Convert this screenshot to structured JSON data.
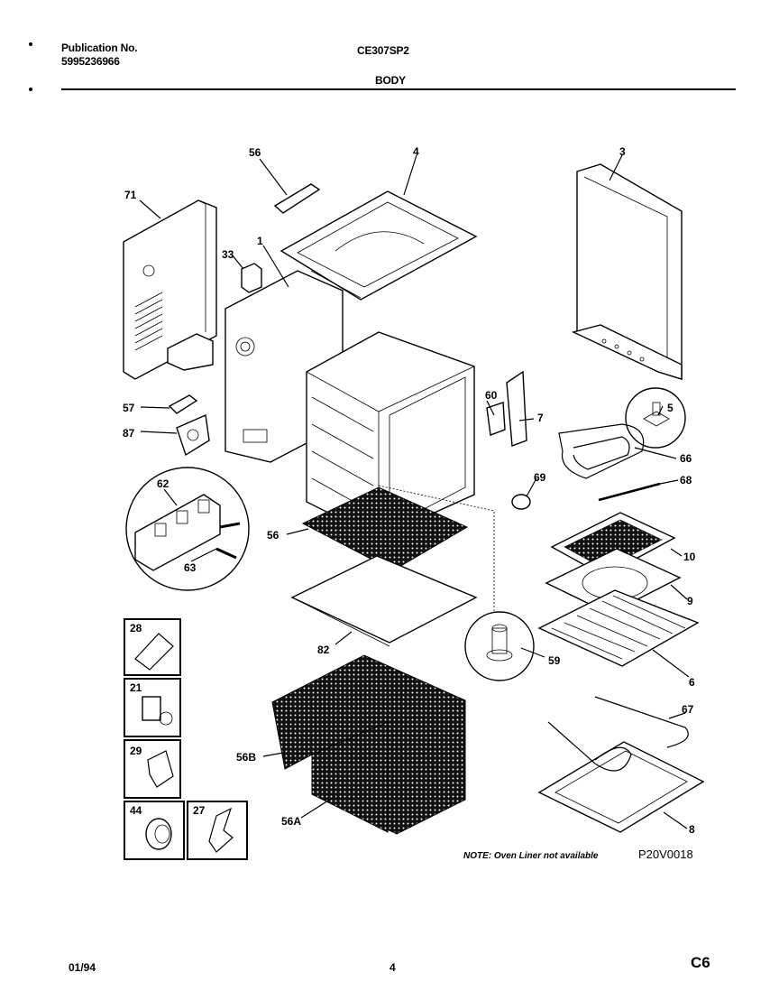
{
  "header": {
    "publication_label": "Publication No.",
    "publication_number": "5995236966",
    "model": "CE307SP2",
    "section": "BODY"
  },
  "footer": {
    "date": "01/94",
    "page": "4",
    "code": "C6"
  },
  "diagram": {
    "note": "NOTE: Oven Liner not available",
    "drawing_number": "P20V0018",
    "callouts": [
      "71",
      "56",
      "33",
      "1",
      "4",
      "3",
      "57",
      "87",
      "60",
      "7",
      "5",
      "66",
      "68",
      "69",
      "62",
      "63",
      "56",
      "10",
      "9",
      "6",
      "82",
      "59",
      "67",
      "56B",
      "56A",
      "8"
    ],
    "inset_boxes": [
      "28",
      "21",
      "29",
      "44",
      "27"
    ]
  }
}
